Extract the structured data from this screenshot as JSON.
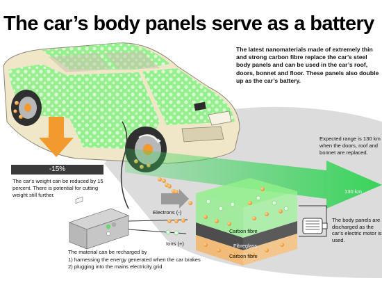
{
  "title": "The car’s body panels serve as a battery",
  "intro": "The latest nanomaterials made of extremely thin and strong carbon fibre replace the car’s steel body panels and can be used in the car’s roof, doors, bonnet and floor. These panels also double up as the car’s battery.",
  "weight_reduction": {
    "badge": "-15%",
    "text": "The car’s weight can be reduced by 15 percent. There is potential for cutting weight still further."
  },
  "range": {
    "text": "Expected range is 130 km when the doors, roof and bonnet are replaced.",
    "arrow_label": "130 km"
  },
  "battery": {
    "layer_top": "Carbon fibre",
    "layer_middle": "Fibreglass",
    "layer_bottom": "Carbon fibre",
    "electrons_label": "Electrons (-)",
    "ions_label": "Ions (+)"
  },
  "discharge_text": "The body panels are discharged as the car’s electric motor is used.",
  "recharge": {
    "intro": "The material can be recharged by",
    "items": [
      "1) harnessing the energy generated when the car brakes",
      "2) plugging into the mains electricity grid"
    ]
  },
  "colors": {
    "panel_green": "#8ff08a",
    "arrow_green": "#39d35a",
    "orange": "#f29a2e",
    "road_gray": "#d9d9d9",
    "car_beige": "#efe7c8"
  }
}
